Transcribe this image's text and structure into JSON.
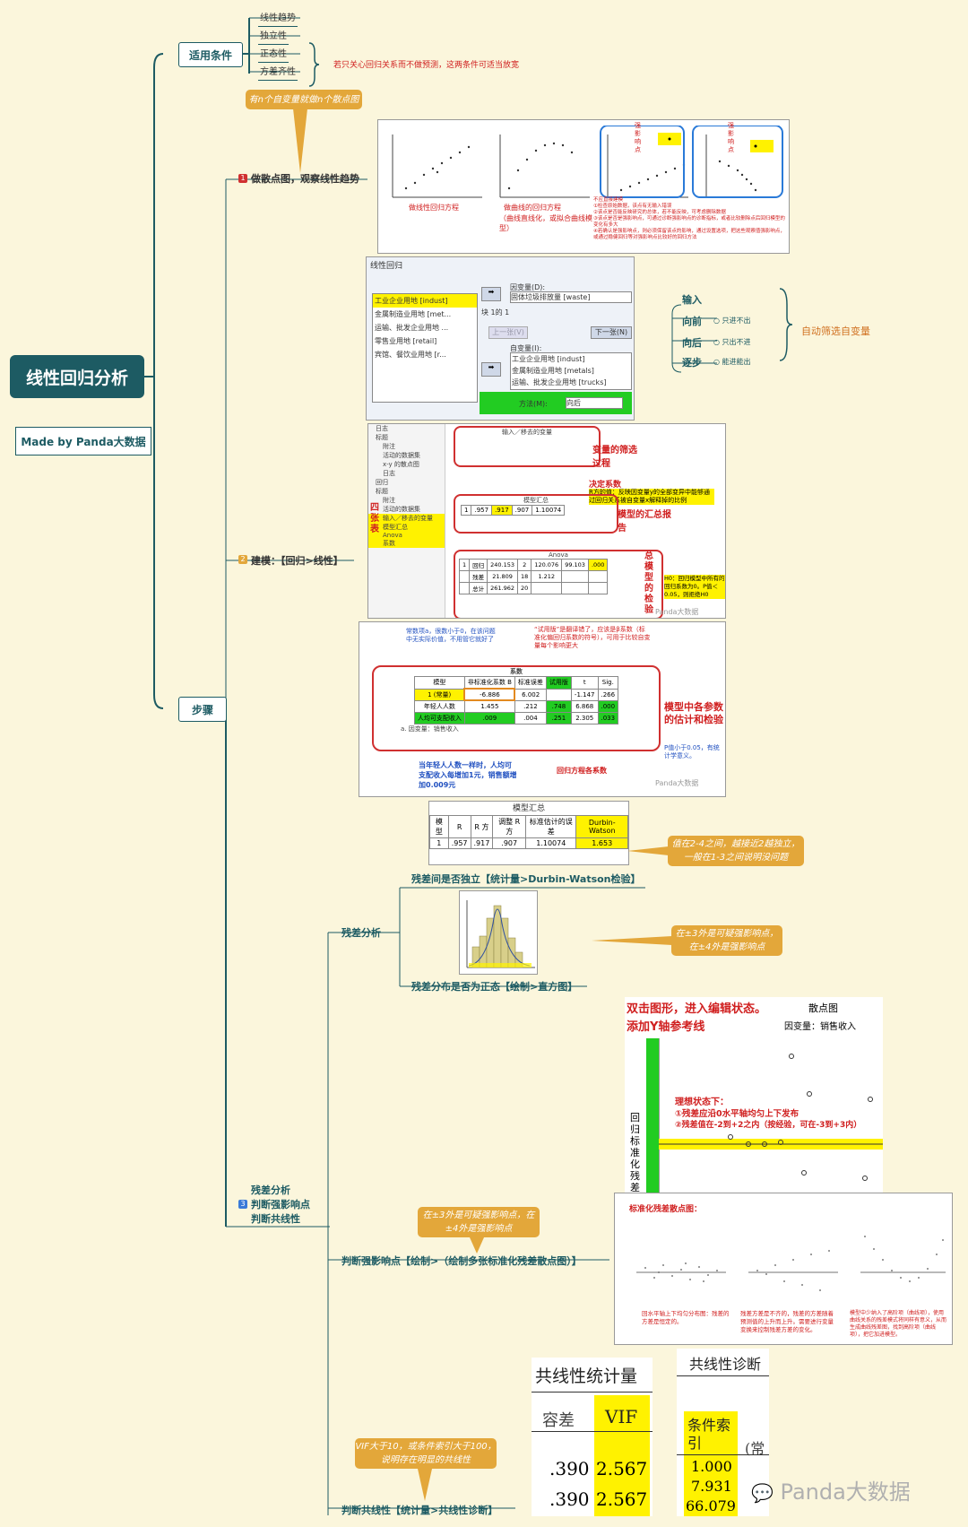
{
  "root": {
    "title": "线性回归分析",
    "made_by": "Made by Panda大数据"
  },
  "conditions": {
    "label": "适用条件",
    "items": [
      "线性趋势",
      "独立性",
      "正态性",
      "方差齐性"
    ],
    "note": "若只关心回归关系而不做预测，这两条件可适当放宽"
  },
  "steps": {
    "label": "步骤",
    "step1": {
      "num": "1",
      "label": "做散点图，观察线性趋势",
      "callout": "有n个自变量就做n个散点图"
    },
    "step2": {
      "num": "2",
      "label": "建模：【回归>线性】"
    },
    "step3": {
      "num": "3",
      "lines": [
        "残差分析",
        "判断强影响点",
        "判断共线性"
      ]
    }
  },
  "scatter_panel": {
    "cap1": "做线性回归方程",
    "cap2": "做曲线的回归方程",
    "cap3": "（曲线直线化，或拟合曲线模型）",
    "strong1": "强影响点",
    "strong2": "强影响点",
    "notes": [
      "不应直接建模",
      "①检查原始数据，该点有无输入错误",
      "②该点是否能反映研究的总体，若不能反映，可考虑删除数据",
      "③该点是否是强影响点，可通过诊断强影响点的诊断指标，或者比较删除点后回归模型的变化有多大",
      "④若确认是强影响点，则必须保留该点的影响，通过设置选项，把这些观察值强影响点，或通过稳健回归等对强影响点比较好的回归方法"
    ]
  },
  "dialog": {
    "title": "线性回归",
    "vars": [
      "工业企业用地 [indust]",
      "金属制造业用地 [met...",
      "运输、批发企业用地 ...",
      "零售业用地 [retail]",
      "宾馆、餐饮业用地 [r..."
    ],
    "dep_label": "因变量(D):",
    "dep_value": "固体垃圾排放量 [waste]",
    "block": "块 1的 1",
    "prev": "上一张(V)",
    "next": "下一张(N)",
    "indep_label": "自变量(I):",
    "indep": [
      "工业企业用地 [indust]",
      "金属制造业用地 [metals]",
      "运输、批发企业用地 [trucks]"
    ],
    "method_label": "方法(M):",
    "method_value": "向后"
  },
  "methods": {
    "input": "输入",
    "forward": "向前",
    "forward_desc": "只进不出",
    "backward": "向后",
    "backward_desc": "只出不进",
    "stepwise": "逐步",
    "stepwise_desc": "能进能出",
    "auto": "自动筛选自变量"
  },
  "output_panel": {
    "tree": [
      "日志",
      "标题",
      "附注",
      "活动的数据集",
      "x-y 的散点图",
      "日志",
      "回归",
      "标题",
      "附注",
      "活动的数据集",
      "输入／移去的变量",
      "模型汇总",
      "Anova",
      "系数"
    ],
    "four_tables": "四张表",
    "var_filter": "变量的筛选过程",
    "determination": "决定系数",
    "r2_note": "R方的值：反映因变量y的全部变异中能够通过回归关系被自变量x解释掉的比例",
    "model_summary_report": "模型的汇总报告",
    "model_test": "总模型的检验",
    "h0_note": "H0：回归模型中所有的回归系数为0。P值＜0.05，则拒绝H0",
    "watermark": "Panda大数据",
    "anova_title": "Anova",
    "anova_rows": [
      [
        "1",
        "回归",
        "240.153",
        "2",
        "120.076",
        "99.103",
        ".000"
      ],
      [
        "",
        "残差",
        "21.809",
        "18",
        "1.212",
        "",
        ""
      ],
      [
        "",
        "总计",
        "261.962",
        "20",
        "",
        "",
        ""
      ]
    ],
    "summary_title": "模型汇总",
    "summary_row": [
      "1",
      ".957",
      ".917",
      ".907",
      "1.10074"
    ],
    "io_title": "输入／移去的变量"
  },
  "coef_panel": {
    "const_note": "常数项a，很数小于0，在该问题中无实际价值，不用管它就好了",
    "std_note": "“试用版”是翻译错了，应该是β系数（标准化偏回归系数的符号），可用于比较自变量每个影响更大",
    "title": "系数",
    "headers": [
      "模型",
      "非标准化系数 B",
      "标准误差",
      "试用版",
      "t",
      "Sig."
    ],
    "rows": [
      [
        "1 (常量)",
        "-6.886",
        "6.002",
        "",
        "-1.147",
        ".266"
      ],
      [
        "年轻人人数",
        "1.455",
        ".212",
        ".748",
        "6.868",
        ".000"
      ],
      [
        "人均可支配收入",
        ".009",
        ".004",
        ".251",
        "2.305",
        ".033"
      ]
    ],
    "dep": "a. 因变量：销售收入",
    "estimate": "模型中各参数的估计和检验",
    "p_note": "P值小于0.05，有统计学意义。",
    "bottom_note": "当年轻人人数一样时，人均可支配收入每增加1元，销售额增加0.009元",
    "reg_coef": "回归方程各系数",
    "watermark": "Panda大数据"
  },
  "dw_table": {
    "title": "模型汇总",
    "headers": [
      "模型",
      "R",
      "R 方",
      "调整 R 方",
      "标准估计的误差",
      "Durbin-Watson"
    ],
    "row": [
      "1",
      ".957",
      ".917",
      ".907",
      "1.10074",
      "1.653"
    ],
    "caption": "残差间是否独立【统计量>Durbin-Watson检验】",
    "callout": "值在2-4之间，越接近2越独立，一般在1-3之间说明没问题"
  },
  "residual": {
    "label": "残差分析",
    "hist_caption": "残差分布是否为正态【绘制>直方图】",
    "callout": "在±3外是可疑强影响点，在±4外是强影响点"
  },
  "scatter_edit": {
    "title1": "双击图形，进入编辑状态。",
    "title2": "添加Y轴参考线",
    "chart_title": "散点图",
    "dep": "因变量：销售收入",
    "ideal": "理想状态下：",
    "ideal1": "①残差应沿0水平轴均匀上下发布",
    "ideal2": "②残差值在-2到+2之内（按经验，可在-3到+3内）",
    "yaxis": "回归标准化残差"
  },
  "strong": {
    "label": "判断强影响点【绘制>（绘制多张标准化残差散点图）】",
    "callout": "在±3外是可疑强影响点，在±4外是强影响点",
    "panel_title": "标准化残差散点图：",
    "cap1": "回水平轴上下均匀分布图：残差的方差是恒定的。",
    "cap2": "残差方差是不齐的，残差的方差随着预测值的上升而上升。需要进行变量变换来控制残差方差的变化。",
    "cap3": "模型中少纳入了高阶项（曲线项），使用曲线关系的残差模式将同样有意义，从而生成曲线残差图，找到高阶项（曲线项），把它加进模型。"
  },
  "collinear": {
    "label": "判断共线性【统计量>共线性诊断】",
    "callout": "VIF大于10，或条件索引大于100，说明存在明显的共线性",
    "stat_title": "共线性统计量",
    "tol": "容差",
    "vif": "VIF",
    "tol_vals": [
      ".390",
      ".390"
    ],
    "vif_vals": [
      "2.567",
      "2.567"
    ],
    "diag_title": "共线性诊断",
    "cond": "条件索引",
    "cond_vals": [
      "1.000",
      "7.931",
      "66.079"
    ],
    "cut": "(常"
  },
  "watermark": "Panda大数据",
  "colors": {
    "accent": "#1d5b63",
    "callout": "#e3a73a",
    "highlight": "#fff200",
    "green": "#22cc22",
    "red": "#d02020"
  }
}
